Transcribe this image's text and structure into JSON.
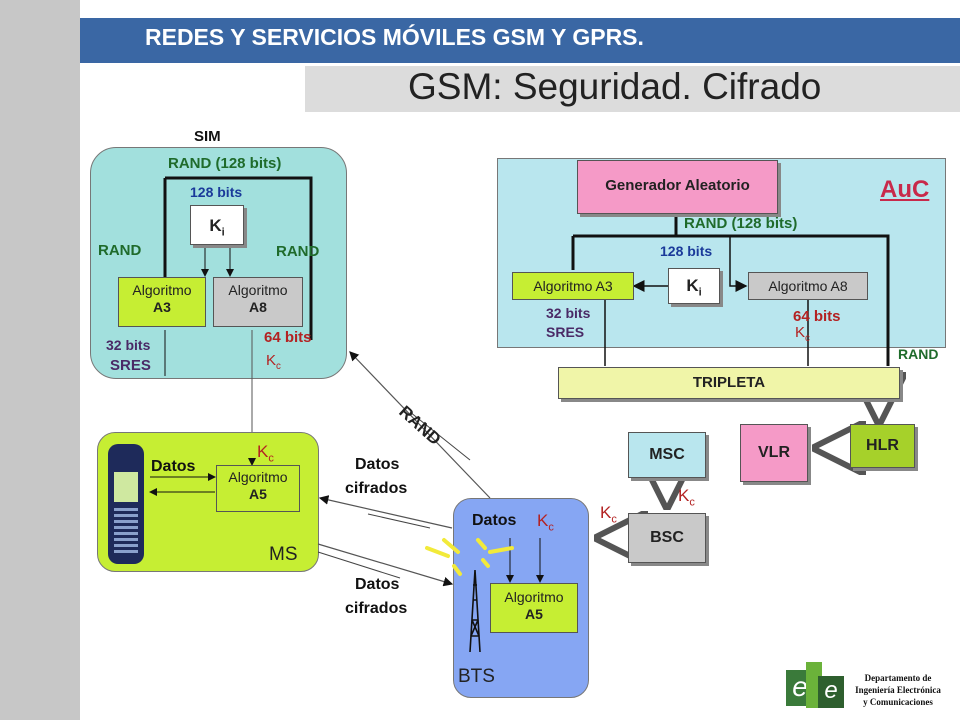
{
  "header": {
    "title": "REDES Y SERVICIOS MÓVILES GSM Y GPRS.",
    "subtitle": "GSM: Seguridad. Cifrado"
  },
  "sim": {
    "label": "SIM",
    "rand_top": "RAND (128 bits)",
    "bits128": "128 bits",
    "ki": "Ki",
    "rand_left": "RAND",
    "rand_right": "RAND",
    "alg_a3_line1": "Algoritmo",
    "alg_a3_line2": "A3",
    "alg_a8_line1": "Algoritmo",
    "alg_a8_line2": "A8",
    "bits32": "32 bits",
    "sres": "SRES",
    "bits64": "64 bits",
    "kc": "Kc"
  },
  "auc": {
    "label": "AuC",
    "generator": "Generador Aleatorio",
    "rand_top": "RAND (128 bits)",
    "bits128": "128 bits",
    "ki": "Ki",
    "alg_a3": "Algoritmo A3",
    "alg_a8": "Algoritmo A8",
    "bits32": "32 bits",
    "sres": "SRES",
    "bits64": "64 bits",
    "kc": "Kc",
    "rand_out": "RAND"
  },
  "network": {
    "tripleta": "TRIPLETA",
    "msc": "MSC",
    "vlr": "VLR",
    "hlr": "HLR",
    "bsc": "BSC",
    "kc_msc": "Kc",
    "kc_bsc": "Kc",
    "rand_diag": "RAND"
  },
  "ms": {
    "label": "MS",
    "datos": "Datos",
    "kc": "Kc",
    "alg_line1": "Algoritmo",
    "alg_line2": "A5"
  },
  "bts": {
    "label": "BTS",
    "datos": "Datos",
    "kc": "Kc",
    "alg_line1": "Algoritmo",
    "alg_line2": "A5"
  },
  "links": {
    "cifrados_top_1": "Datos",
    "cifrados_top_2": "cifrados",
    "cifrados_bottom_1": "Datos",
    "cifrados_bottom_2": "cifrados"
  },
  "footer": {
    "logo_letters": "eie",
    "dept_line1": "Departamento de",
    "dept_line2": "Ingeniería Electrónica",
    "dept_line3": "y Comunicaciones"
  }
}
